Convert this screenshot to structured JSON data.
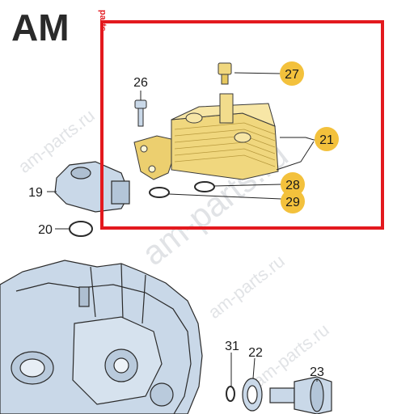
{
  "logo": {
    "main": "AM",
    "sub": "parts"
  },
  "watermarks": [
    "am-parts.ru",
    "am-parts.ru",
    "am-parts.ru",
    "am-parts.ru"
  ],
  "callouts": {
    "c19": "19",
    "c20": "20",
    "c21": "21",
    "c22": "22",
    "c23": "23",
    "c26": "26",
    "c27": "27",
    "c28": "28",
    "c29": "29",
    "c31": "31"
  },
  "colors": {
    "highlight_frame": "#e3191e",
    "badge": "#f3c13c",
    "oil_cooler": "#f0d77e",
    "housing": "#c9d8e8",
    "line": "#222222"
  }
}
